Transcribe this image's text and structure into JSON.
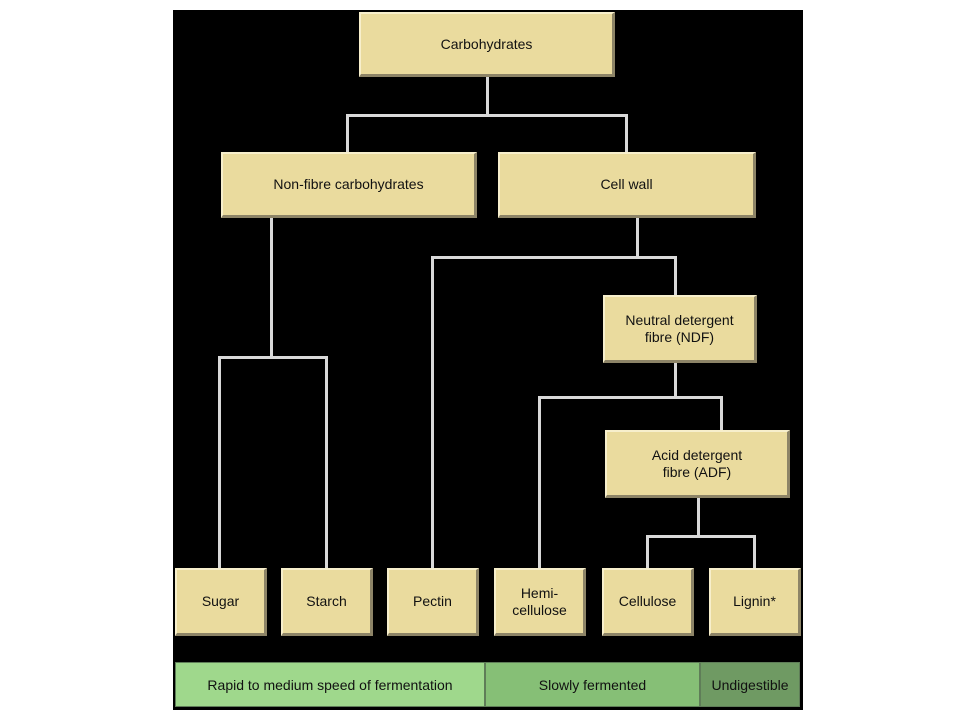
{
  "nodes": {
    "carbohydrates": "Carbohydrates",
    "non_fibre": "Non-fibre carbohydrates",
    "cell_wall": "Cell wall",
    "ndf": "Neutral detergent\nfibre (NDF)",
    "adf": "Acid detergent\nfibre (ADF)",
    "sugar": "Sugar",
    "starch": "Starch",
    "pectin": "Pectin",
    "hemicellulose": "Hemi-\ncellulose",
    "cellulose": "Cellulose",
    "lignin": "Lignin*"
  },
  "legend": {
    "rapid": "Rapid to medium speed of fermentation",
    "slow": "Slowly fermented",
    "undigestible": "Undigestible"
  },
  "colors": {
    "node_fill": "#eadb9e",
    "background": "#000000",
    "connector": "#d9d9d9",
    "legend_rapid": "#9fd88c",
    "legend_slow": "#86bf76",
    "legend_undigestible": "#6f9a63"
  }
}
